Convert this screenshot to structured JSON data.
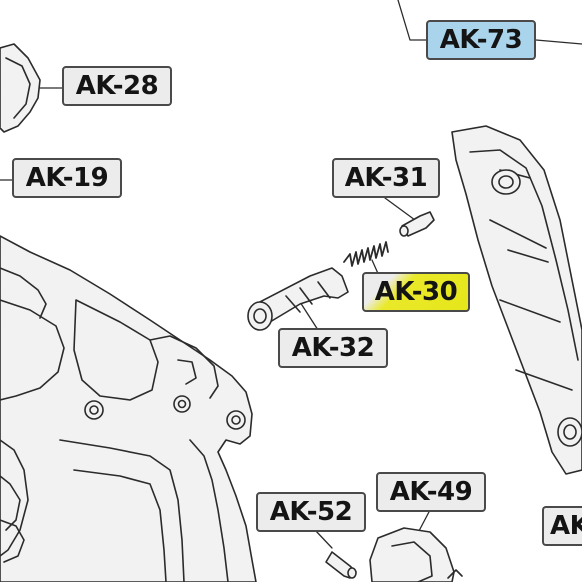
{
  "diagram": {
    "labels": [
      {
        "id": "ak-73",
        "text": "AK-73",
        "highlight": "blue"
      },
      {
        "id": "ak-28",
        "text": "AK-28",
        "highlight": "none"
      },
      {
        "id": "ak-19",
        "text": "AK-19",
        "highlight": "none"
      },
      {
        "id": "ak-31",
        "text": "AK-31",
        "highlight": "none"
      },
      {
        "id": "ak-30",
        "text": "AK-30",
        "highlight": "yellow"
      },
      {
        "id": "ak-32",
        "text": "AK-32",
        "highlight": "none"
      },
      {
        "id": "ak-52",
        "text": "AK-52",
        "highlight": "none"
      },
      {
        "id": "ak-49",
        "text": "AK-49",
        "highlight": "none"
      },
      {
        "id": "ak-partial",
        "text": "AK",
        "highlight": "none"
      }
    ]
  },
  "colors": {
    "label_fill": "#ececec",
    "label_border": "#4a4a4a",
    "highlight_blue": "#a9d4ec",
    "highlight_yellow": "#e6e61a",
    "line_art": "#2b2b2b",
    "part_fill": "#f2f2f2"
  }
}
